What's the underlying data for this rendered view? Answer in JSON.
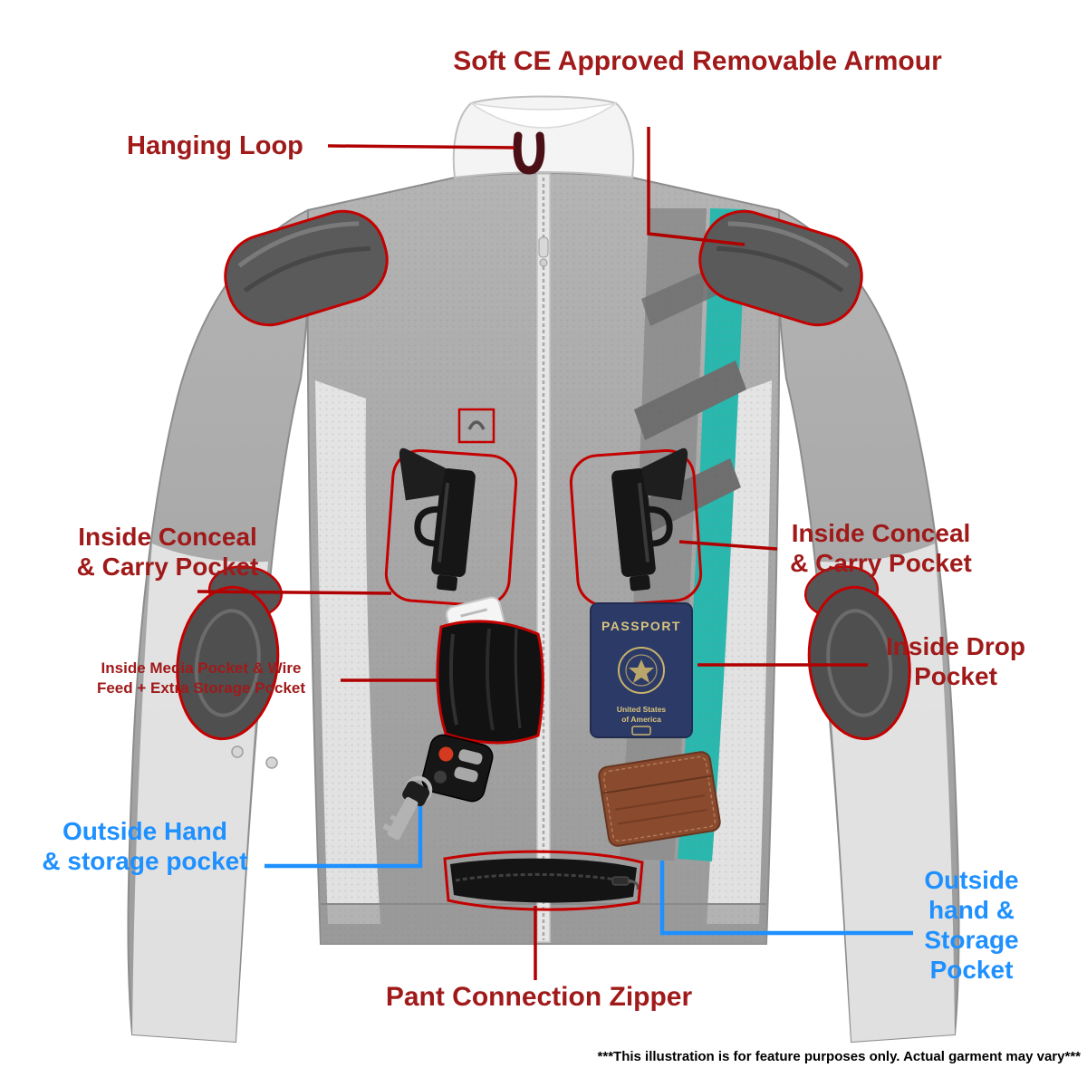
{
  "colors": {
    "label-red": "#a01a1a",
    "label-blue": "#1e90ff",
    "line-red": "#b00000",
    "outline-red": "#c40000",
    "teal-stripe": "#2ab7ae",
    "jacket-grey": "#a6a6a6",
    "passport-navy": "#2c3a68",
    "passport-gold": "#d9c47c",
    "wallet-brown": "#8a4a2e"
  },
  "annotations": {
    "armour": {
      "label": "Soft CE Approved Removable Armour"
    },
    "hanging_loop": {
      "label": "Hanging Loop"
    },
    "conceal_left": {
      "label": "Inside Conceal\n& Carry Pocket"
    },
    "conceal_right": {
      "label": "Inside Conceal\n& Carry Pocket"
    },
    "media_pocket": {
      "label": "Inside Media Pocket & Wire\nFeed + Extra Storage Pocket"
    },
    "drop_pocket": {
      "label": "Inside Drop\nPocket"
    },
    "outside_left": {
      "label": "Outside Hand\n& storage pocket"
    },
    "outside_right": {
      "label": "Outside\nhand &\nStorage\nPocket"
    },
    "pant_zipper": {
      "label": "Pant Connection Zipper"
    },
    "disclaimer": {
      "label": "***This illustration is for feature purposes only.  Actual garment may vary***"
    }
  },
  "passport": {
    "title": "PASSPORT",
    "country_line1": "United States",
    "country_line2": "of America"
  }
}
